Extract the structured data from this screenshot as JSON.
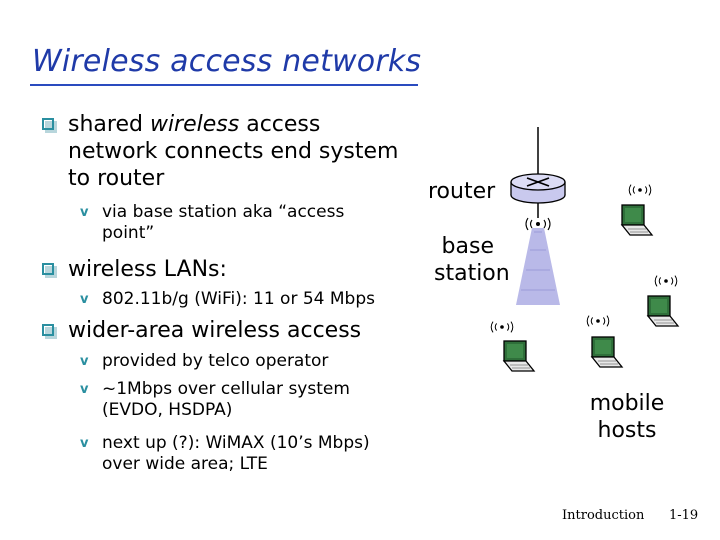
{
  "slide": {
    "title": "Wireless access networks",
    "bullets": [
      {
        "text_parts": [
          "shared ",
          "wireless",
          " access network connects end system to router"
        ],
        "sub": [
          "via base station aka “access point”"
        ]
      },
      {
        "text": "wireless LANs:",
        "sub": [
          "802.11b/g (WiFi): 11 or 54 Mbps"
        ]
      },
      {
        "text": "wider-area wireless access",
        "sub": [
          "provided by telco operator",
          "~1Mbps over cellular system (EVDO, HSDPA)",
          "next up (?): WiMAX (10’s Mbps) over wide area; LTE"
        ]
      }
    ]
  },
  "diagram": {
    "router_label": "router",
    "base_station_label": "base station",
    "mobile_hosts_label": "mobile hosts"
  },
  "footer": {
    "section": "Introduction",
    "page": "1-19"
  },
  "colors": {
    "title": "#1f3aa8",
    "bullet": "#2a8fa0",
    "laptop_screen": "#2f6f3a",
    "tower": "#b9b9e8",
    "router": "#c9c9ee"
  }
}
